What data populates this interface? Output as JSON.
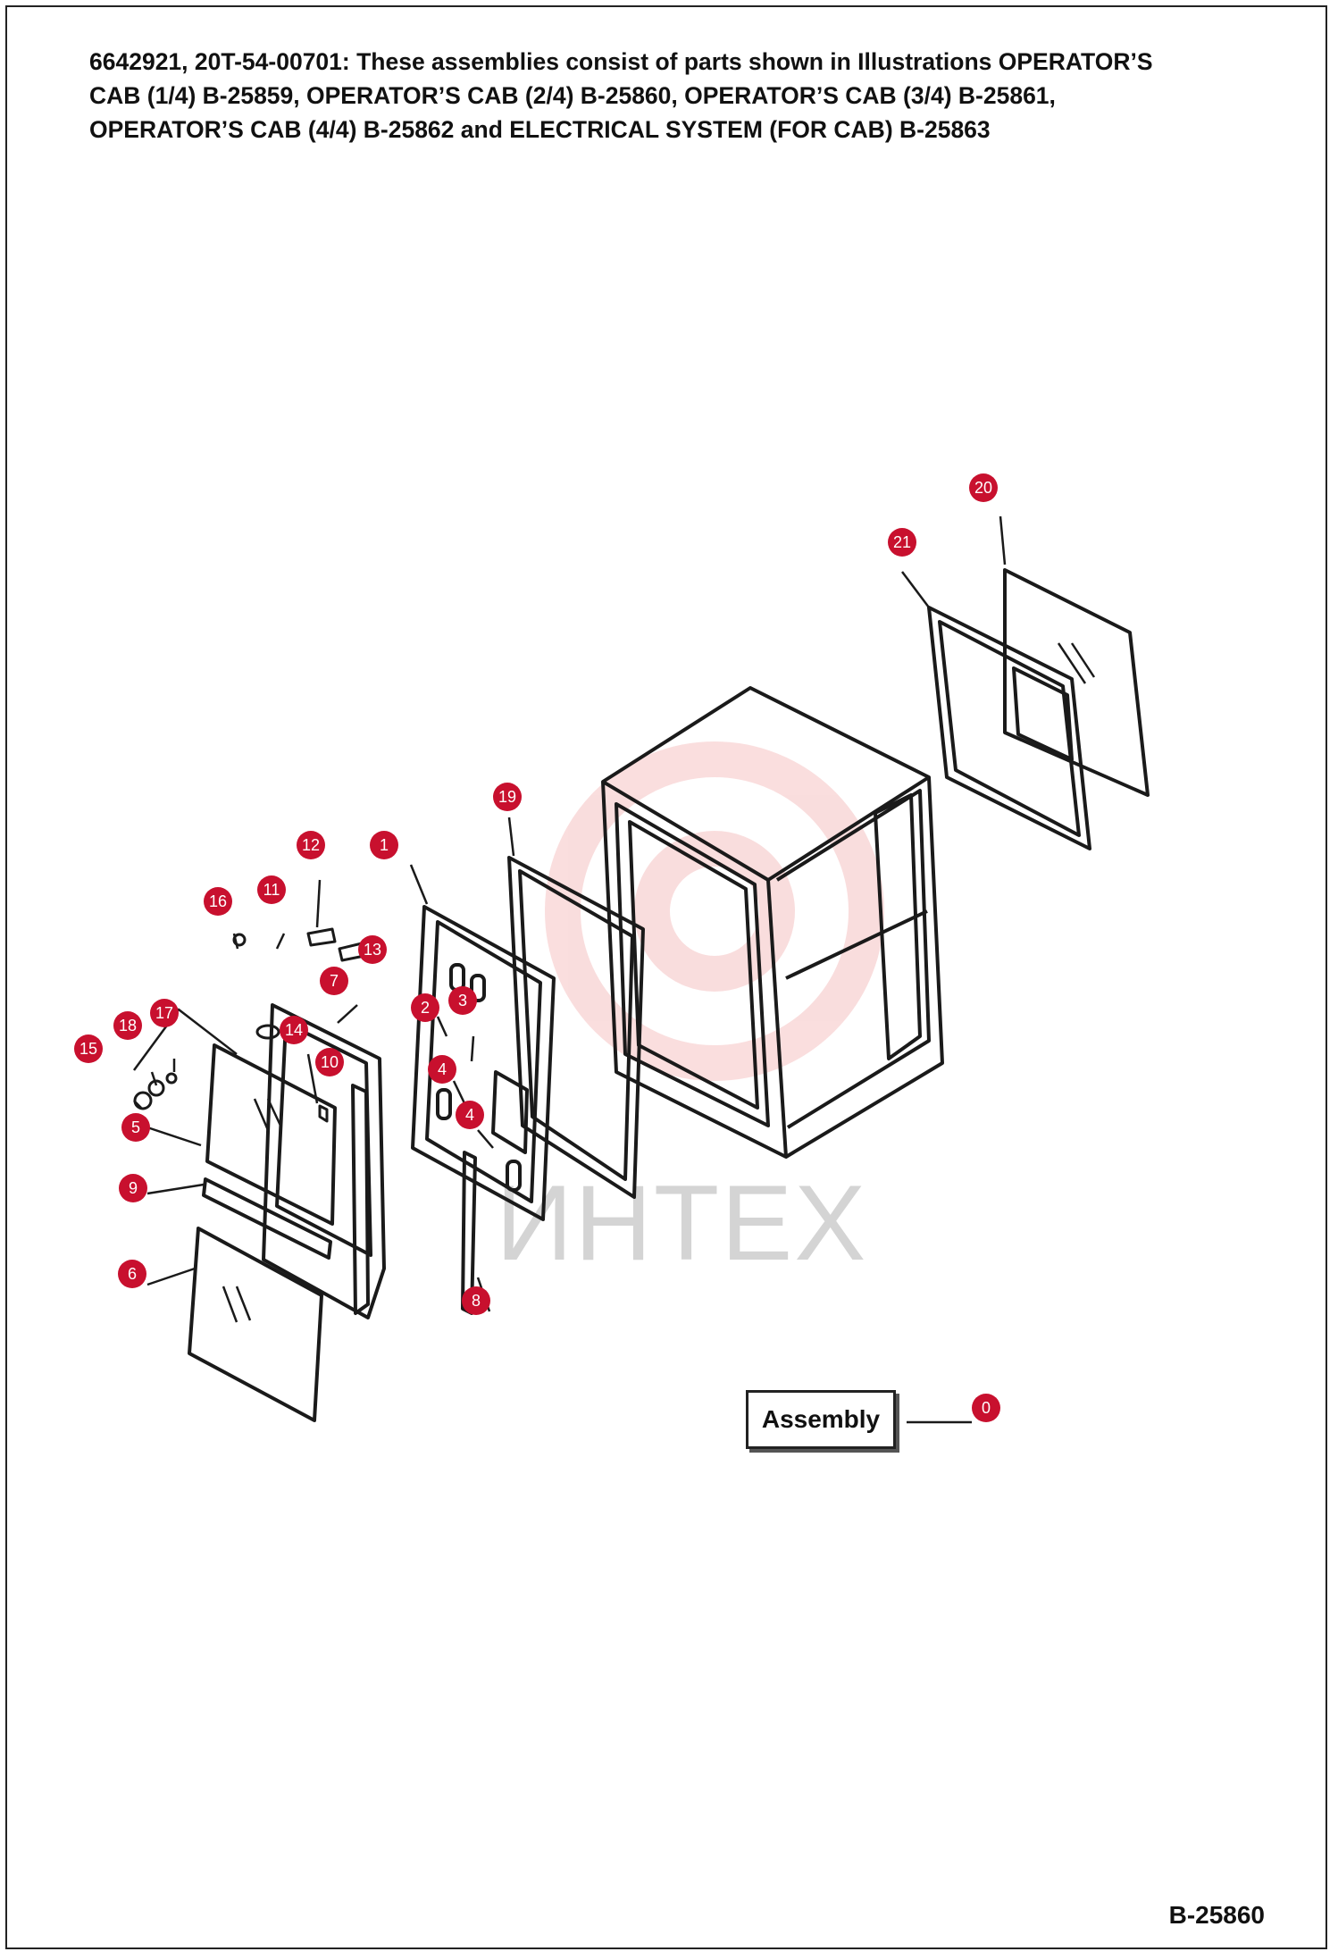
{
  "header": {
    "text": "6642921, 20T-54-00701: These assemblies consist of parts shown in Illustrations OPERATOR’S CAB (1/4) B-25859, OPERATOR’S CAB (2/4) B-25860, OPERATOR’S CAB (3/4) B-25861, OPERATOR’S CAB (4/4) B-25862 and ELECTRICAL SYSTEM (FOR CAB) B-25863"
  },
  "watermark": {
    "text": "ИНТЕХ"
  },
  "callouts": [
    {
      "id": "20",
      "label": "20"
    },
    {
      "id": "21",
      "label": "21"
    },
    {
      "id": "19",
      "label": "19"
    },
    {
      "id": "1",
      "label": "1"
    },
    {
      "id": "12",
      "label": "12"
    },
    {
      "id": "11",
      "label": "11"
    },
    {
      "id": "16",
      "label": "16"
    },
    {
      "id": "13",
      "label": "13"
    },
    {
      "id": "7",
      "label": "7"
    },
    {
      "id": "2",
      "label": "2"
    },
    {
      "id": "3",
      "label": "3"
    },
    {
      "id": "18",
      "label": "18"
    },
    {
      "id": "17",
      "label": "17"
    },
    {
      "id": "14",
      "label": "14"
    },
    {
      "id": "15",
      "label": "15"
    },
    {
      "id": "10",
      "label": "10"
    },
    {
      "id": "4a",
      "label": "4"
    },
    {
      "id": "4b",
      "label": "4"
    },
    {
      "id": "5",
      "label": "5"
    },
    {
      "id": "9",
      "label": "9"
    },
    {
      "id": "6",
      "label": "6"
    },
    {
      "id": "8",
      "label": "8"
    },
    {
      "id": "0",
      "label": "0"
    }
  ],
  "assembly": {
    "label": "Assembly"
  },
  "footer": {
    "page_id": "B-25860"
  },
  "colors": {
    "callout": "#c8102e",
    "line": "#1a1a1a",
    "watermark": "#f2b8b8"
  }
}
